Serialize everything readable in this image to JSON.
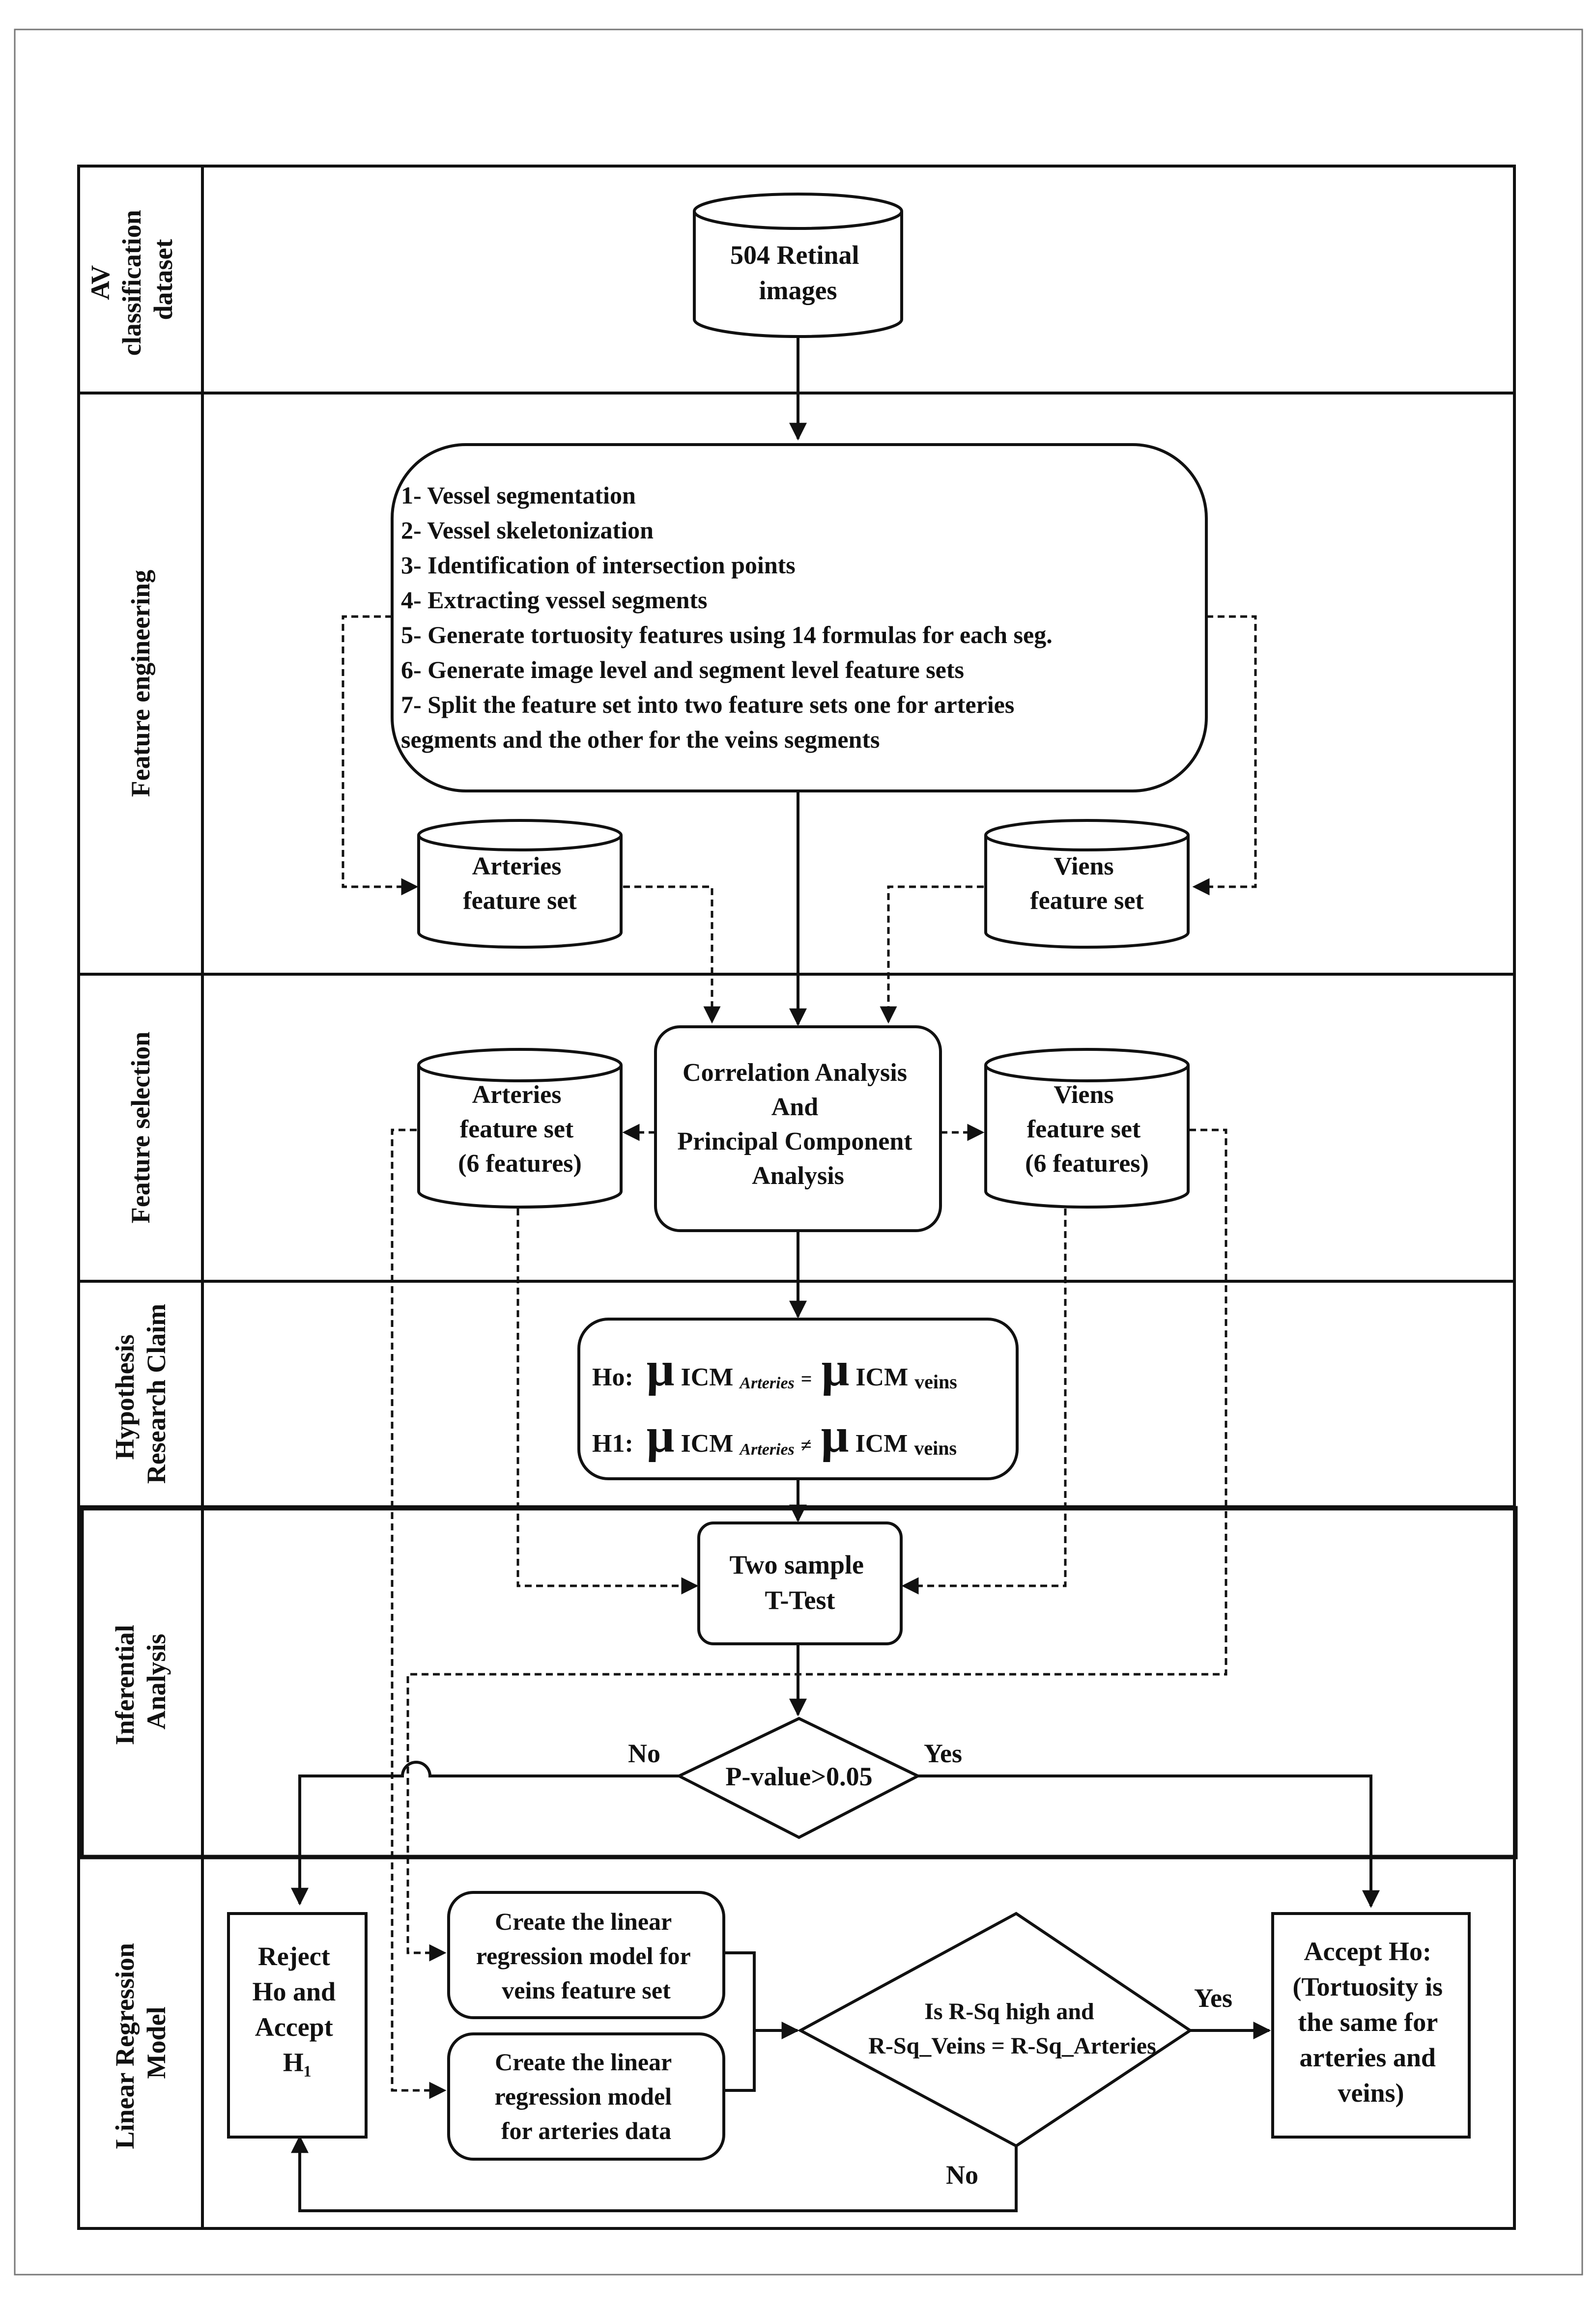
{
  "lanes": [
    {
      "id": "av",
      "lines": [
        "AV",
        "classification",
        "dataset"
      ]
    },
    {
      "id": "fe",
      "lines": [
        "Feature engineering"
      ]
    },
    {
      "id": "fs",
      "lines": [
        "Feature selection"
      ]
    },
    {
      "id": "hy",
      "lines": [
        "Hypothesis",
        "Research Claim"
      ]
    },
    {
      "id": "ia",
      "lines": [
        "Inferential",
        "Analysis"
      ]
    },
    {
      "id": "lr",
      "lines": [
        "Linear Regression",
        "Model"
      ]
    }
  ],
  "nodes": {
    "retinal_images": {
      "lines": [
        "504 Retinal",
        "images"
      ]
    },
    "feature_engineering_steps": {
      "lines": [
        "1- Vessel segmentation",
        "2- Vessel skeletonization",
        "3- Identification of intersection points",
        "4- Extracting vessel segments",
        "5- Generate tortuosity features using 14 formulas for each seg.",
        "6- Generate image level and segment level feature sets",
        "7- Split the feature set into two feature sets one for  arteries",
        "segments and the other for the veins segments"
      ]
    },
    "arteries_feature_set": {
      "lines": [
        "Arteries",
        "feature set"
      ]
    },
    "veins_feature_set": {
      "lines": [
        "Viens",
        "feature set"
      ]
    },
    "correlation_pca": {
      "lines": [
        "Correlation Analysis",
        "And",
        "Principal Component",
        "Analysis"
      ]
    },
    "arteries_selected": {
      "lines": [
        "Arteries",
        "feature set",
        "(6 features)"
      ]
    },
    "veins_selected": {
      "lines": [
        "Viens",
        "feature set",
        "(6 features)"
      ]
    },
    "hypothesis": {
      "h0": {
        "label": "Ho:",
        "mu": "μ",
        "icm": "ICM",
        "sub1": "Arteries",
        "op": "=",
        "sub2": "veins"
      },
      "h1": {
        "label": "H1:",
        "mu": "μ",
        "icm": "ICM",
        "sub1": "Arteries",
        "op": "≠",
        "sub2": "veins"
      }
    },
    "t_test": {
      "lines": [
        "Two sample",
        "T-Test"
      ]
    },
    "p_value": {
      "lines": [
        "P-value>0.05"
      ]
    },
    "reject_h0": {
      "lines": [
        "Reject",
        "Ho and",
        "Accept",
        "H₁"
      ]
    },
    "lr_veins": {
      "lines": [
        "Create the linear",
        "regression model for",
        "veins feature set"
      ]
    },
    "lr_arteries": {
      "lines": [
        "Create the linear",
        "regression model",
        "for arteries data"
      ]
    },
    "rsq_decision": {
      "lines": [
        "Is R-Sq high and",
        "R-Sq_Veins = R-Sq_Arteries"
      ]
    },
    "accept_h0": {
      "lines": [
        "Accept Ho:",
        "(Tortuosity is",
        "the same for",
        "arteries and",
        "veins)"
      ]
    }
  },
  "edge_labels": {
    "p_no": "No",
    "p_yes": "Yes",
    "rsq_yes": "Yes",
    "rsq_no": "No"
  }
}
